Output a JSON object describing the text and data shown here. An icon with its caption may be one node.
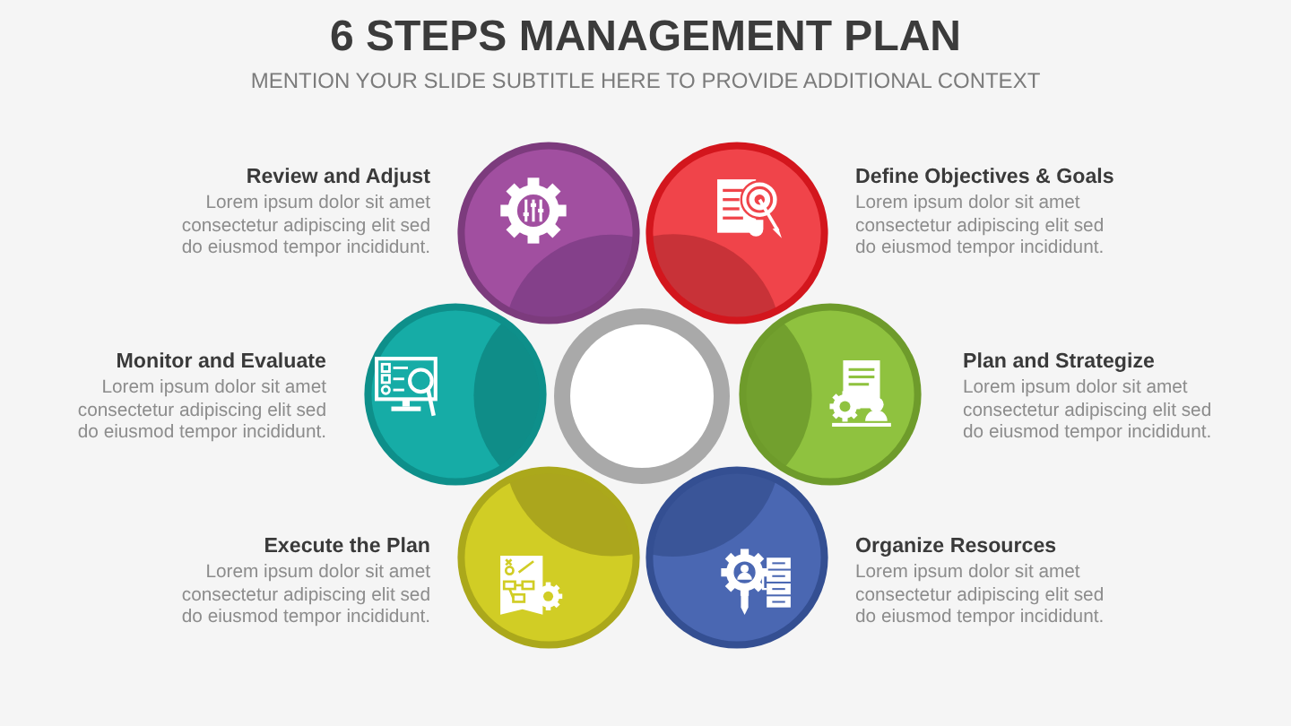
{
  "diagram": {
    "title": "6 STEPS MANAGEMENT PLAN",
    "nodes": [
      {
        "text": [
          "Review and Adjust",
          "Lorem ipsum dolor sit amet consectetur adipiscing elit sed do eiusmod tempor incididunt."
        ]
      },
      {
        "text": [
          "Define Objectives & Goals",
          "Lorem ipsum dolor sit amet consectetur adipiscing elit sed do eiusmod tempor incididunt."
        ]
      },
      {
        "text": [
          "Monitor and Evaluate",
          "Lorem ipsum dolor sit amet consectetur adipiscing elit sed do eiusmod tempor incididunt."
        ]
      },
      {
        "text": [],
        "shape": "circle"
      },
      {
        "text": [
          "Plan and Strategize",
          "Lorem ipsum dolor sit amet consectetur adipiscing elit sed do eiusmod tempor incididunt."
        ]
      },
      {
        "text": [
          "Execute the Plan",
          "Lorem ipsum dolor sit amet consectetur adipiscing elit sed do eiusmod tempor incididunt."
        ]
      },
      {
        "text": [
          "Organize Resources",
          "Lorem ipsum dolor sit amet consectetur adipiscing elit sed do eiusmod tempor incididunt."
        ]
      }
    ],
    "labels": [
      "MENTION YOUR SLIDE SUBTITLE HERE TO PROVIDE ADDITIONAL CONTEXT"
    ]
  }
}
